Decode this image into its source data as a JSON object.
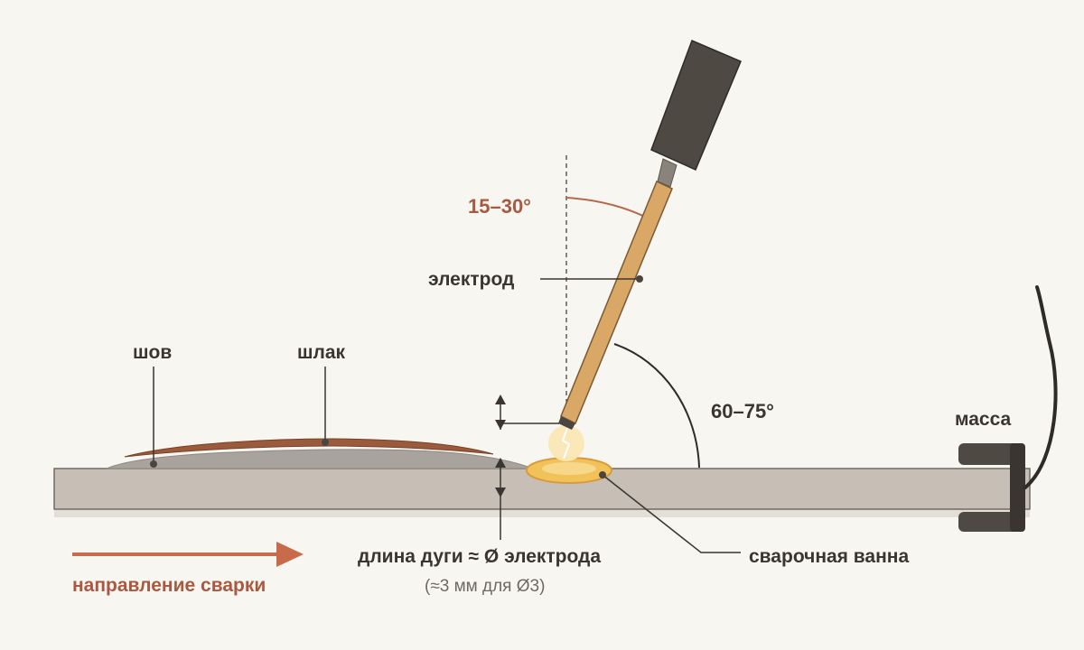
{
  "labels": {
    "angle_from_vertical": "15–30°",
    "electrode": "электрод",
    "angle_to_plate": "60–75°",
    "seam": "шов",
    "slag": "шлак",
    "ground_clamp": "масса",
    "arc_length": "длина дуги ≈ Ø электрода",
    "arc_length_note": "(≈3 мм для Ø3)",
    "weld_pool": "сварочная ванна",
    "weld_direction": "направление сварки"
  },
  "colors": {
    "background": "#f8f6f1",
    "plate": "#c7bfb6",
    "plate_edge": "#6f6a64",
    "electrode_coating": "#d9a866",
    "electrode_edge": "#7a5a32",
    "holder": "#4f4944",
    "slag": "#9a5a3c",
    "seam": "#a9a39d",
    "weld_pool": "#f2c25a",
    "arc_glow": "#fbe7b5",
    "accent": "#a9593f",
    "direction_arrow": "#c96a4b",
    "text": "#3a3531"
  }
}
